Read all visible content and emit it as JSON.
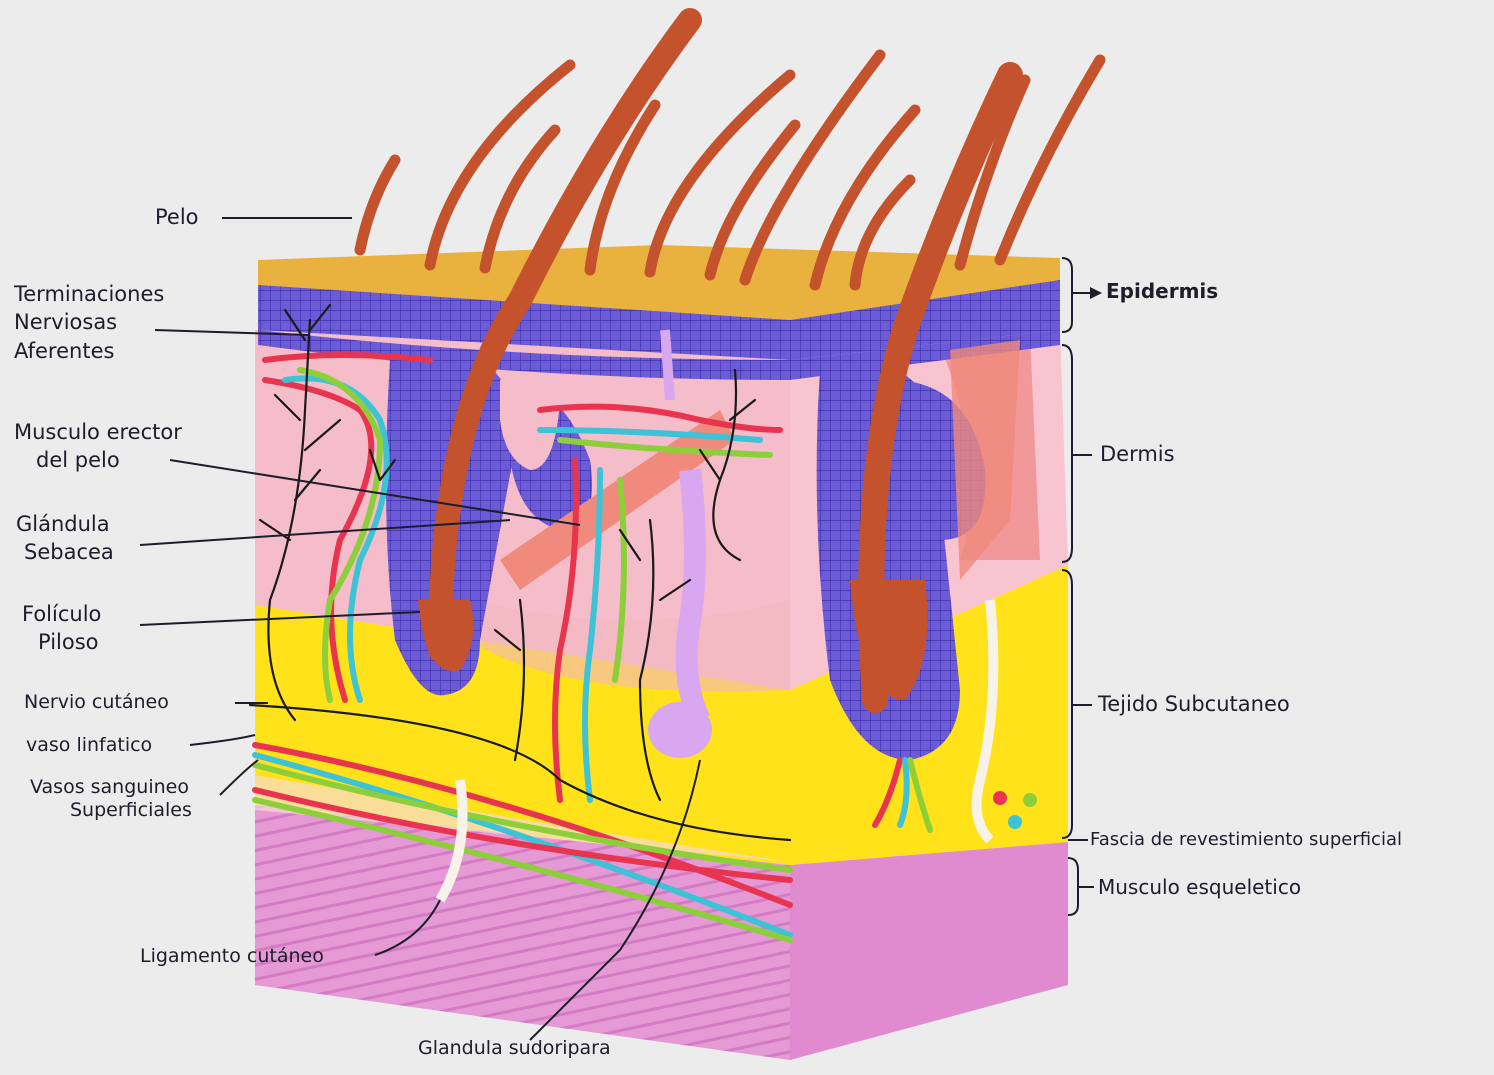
{
  "labels": {
    "pelo": "Pelo",
    "terminaciones": [
      "Terminaciones",
      "Nerviosas",
      "Aferentes"
    ],
    "musculo_erector": [
      "Musculo erector",
      "del pelo"
    ],
    "glandula_sebacea": [
      "Glándula",
      "Sebacea"
    ],
    "foliculo_piloso": [
      "Folículo",
      "Piloso"
    ],
    "nervio_cutaneo": "Nervio cutáneo",
    "vaso_linfatico": "vaso linfatico",
    "vasos_sanguineos": [
      "Vasos sanguineo",
      "Superficiales"
    ],
    "ligamento_cutaneo": "Ligamento cutáneo",
    "glandula_sudoripara": "Glandula sudoripara",
    "epidermis": "Epidermis",
    "dermis": "Dermis",
    "tejido_subcutaneo": "Tejido Subcutaneo",
    "fascia": "Fascia de revestimiento superficial",
    "musculo_esqueletico": "Musculo esqueletico"
  },
  "colors": {
    "background": "#ececec",
    "epidermis_top": "#e8b23a",
    "stratum_basal": "#6a5ad0",
    "dermis": "#f3bcc7",
    "subcutaneous_fat": "#ffe21a",
    "muscle": "#e79ad8",
    "hair": "#c4522c",
    "artery": "#e8344f",
    "vein": "#3ec3d6",
    "lymph": "#8ccf3a",
    "nerve": "#1a1a1a",
    "sweat_gland": "#d9a6f0"
  }
}
